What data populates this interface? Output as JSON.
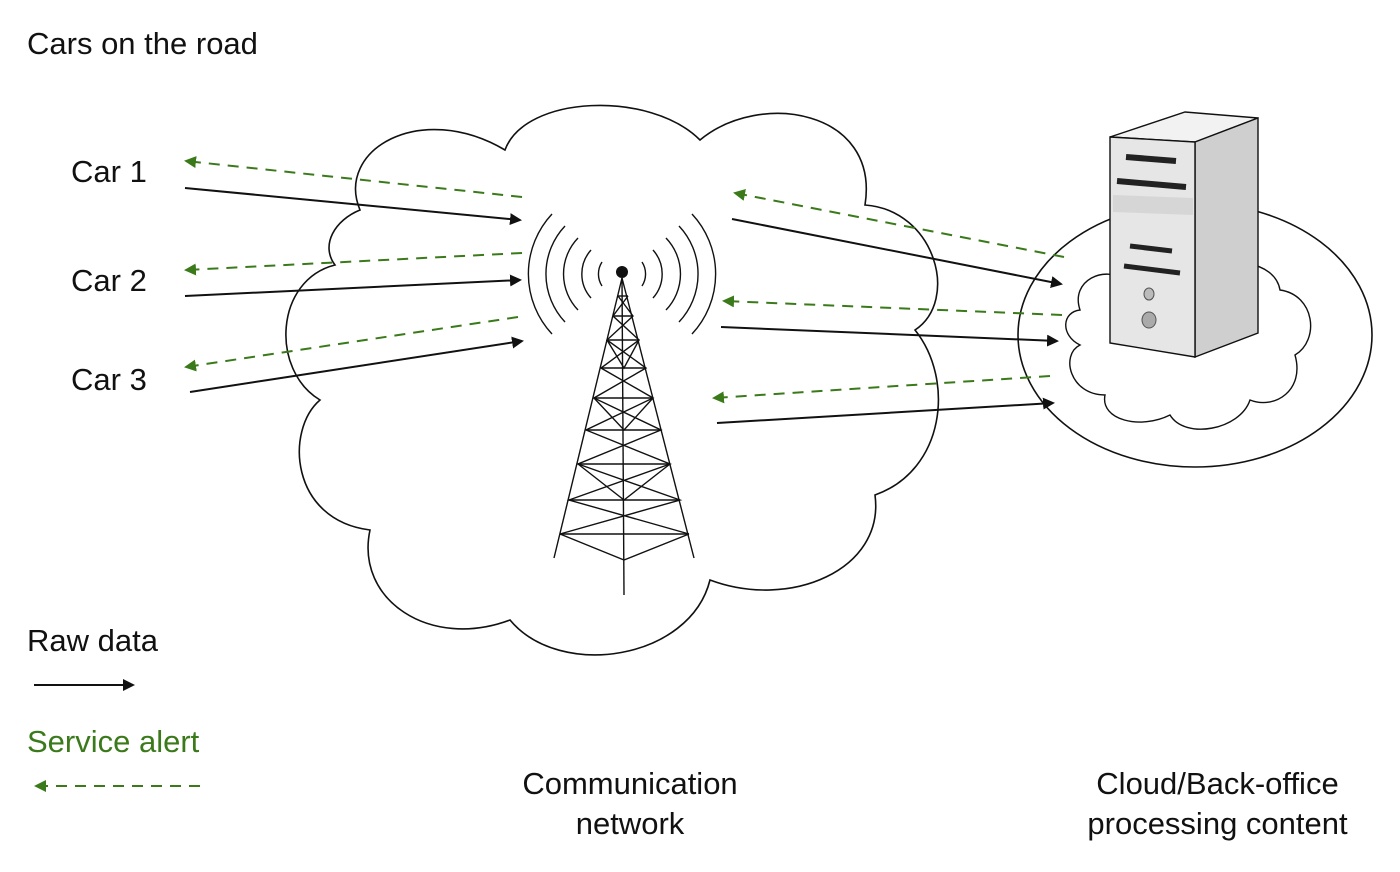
{
  "labels": {
    "section_title": "Cars on the road",
    "cars": [
      "Car 1",
      "Car 2",
      "Car 3"
    ],
    "network_line1": "Communication",
    "network_line2": "network",
    "cloud_line1": "Cloud/Back-office",
    "cloud_line2": "processing content"
  },
  "legend": {
    "raw_data": "Raw data",
    "service_alert": "Service alert"
  },
  "colors": {
    "raw_data": "#111111",
    "service_alert": "#3a7a1a"
  },
  "icons": [
    "cell-tower-icon",
    "server-icon",
    "cloud-icon"
  ]
}
